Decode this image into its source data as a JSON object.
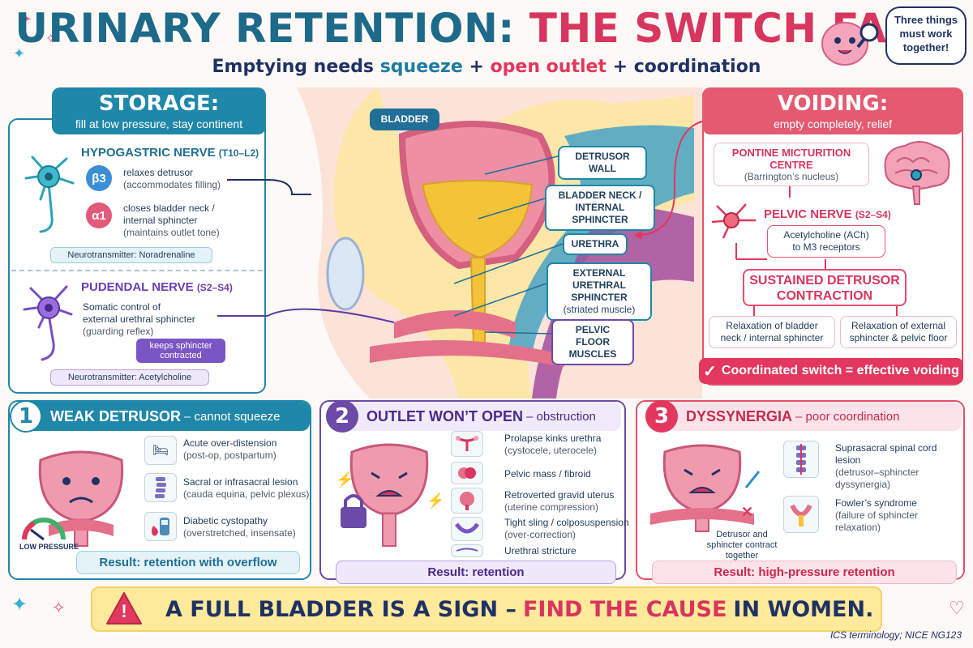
{
  "header": {
    "title_part1": "URINARY RETENTION:",
    "title_part2": "THE SWITCH FAILS",
    "subtitle_a": "Emptying needs",
    "subtitle_b": "squeeze",
    "subtitle_c": "+",
    "subtitle_d": "open outlet",
    "subtitle_e": "+ coordination",
    "bubble_text": "Three things must work together!"
  },
  "storage": {
    "heading": "STORAGE:",
    "subheading": "fill at low pressure, stay continent",
    "hypogastric": {
      "title": "HYPOGASTRIC NERVE",
      "segment": "(T10–L2)",
      "beta_symbol": "β3",
      "beta_main": "relaxes detrusor",
      "beta_sub": "(accommodates filling)",
      "alpha_symbol": "α1",
      "alpha_main_1": "closes bladder neck /",
      "alpha_main_2": "internal sphincter",
      "alpha_sub": "(maintains outlet tone)",
      "neurotransmitter": "Neurotransmitter: Noradrenaline"
    },
    "pudendal": {
      "title": "PUDENDAL NERVE",
      "segment": "(S2–S4)",
      "main_1": "Somatic control of",
      "main_2": "external urethral sphincter",
      "sub": "(guarding reflex)",
      "pill_1": "keeps sphincter",
      "pill_2": "contracted",
      "neurotransmitter": "Neurotransmitter: Acetylcholine"
    }
  },
  "anatomy": {
    "bladder": "BLADDER",
    "detrusor_wall": "DETRUSOR WALL",
    "bladder_neck_1": "BLADDER NECK /",
    "bladder_neck_2": "INTERNAL SPHINCTER",
    "urethra": "URETHRA",
    "external_1": "EXTERNAL URETHRAL",
    "external_2": "SPHINCTER",
    "external_sub": "(striated muscle)",
    "pelvic_floor_1": "PELVIC FLOOR",
    "pelvic_floor_2": "MUSCLES"
  },
  "voiding": {
    "heading": "VOIDING:",
    "subheading": "empty completely, relief",
    "pmc_title": "PONTINE MICTURITION CENTRE",
    "pmc_sub": "(Barrington’s nucleus)",
    "pelvic_title": "PELVIC NERVE",
    "pelvic_segment": "(S2–S4)",
    "ach_1": "Acetylcholine (ACh)",
    "ach_2": "to M3 receptors",
    "sustained_1": "SUSTAINED DETRUSOR",
    "sustained_2": "CONTRACTION",
    "relax_left_1": "Relaxation of bladder",
    "relax_left_2": "neck / internal sphincter",
    "relax_right_1": "Relaxation of external",
    "relax_right_2": "sphincter & pelvic floor",
    "coordinated": "Coordinated switch = effective voiding",
    "check_symbol": "✓"
  },
  "cards": [
    {
      "number": "1",
      "title": "WEAK DETRUSOR",
      "subtitle": "– cannot squeeze",
      "gauge_label": "LOW PRESSURE",
      "items": [
        {
          "main": "Acute over-distension",
          "sub": "(post-op, postpartum)"
        },
        {
          "main": "Sacral or infrasacral lesion",
          "sub": "(cauda equina, pelvic plexus)"
        },
        {
          "main": "Diabetic cystopathy",
          "sub": "(overstretched, insensate)"
        }
      ],
      "result": "Result: retention with overflow"
    },
    {
      "number": "2",
      "title": "OUTLET WON’T OPEN",
      "subtitle": "– obstruction",
      "items": [
        {
          "main": "Prolapse kinks urethra",
          "sub": "(cystocele, uterocele)"
        },
        {
          "main": "Pelvic mass / fibroid",
          "sub": ""
        },
        {
          "main": "Retroverted gravid uterus",
          "sub": "(uterine compression)"
        },
        {
          "main": "Tight sling / colposuspension",
          "sub": "(over-correction)"
        },
        {
          "main": "Urethral stricture",
          "sub": ""
        }
      ],
      "result": "Result: retention"
    },
    {
      "number": "3",
      "title": "DYSSYNERGIA",
      "subtitle": "– poor coordination",
      "caption_1": "Detrusor and",
      "caption_2": "sphincter contract",
      "caption_3": "together",
      "items": [
        {
          "main": "Suprasacral spinal cord lesion",
          "sub": "(detrusor–sphincter dyssynergia)"
        },
        {
          "main": "Fowler’s syndrome",
          "sub": "(failure of sphincter relaxation)"
        }
      ],
      "result": "Result: high-pressure retention"
    }
  ],
  "banner": {
    "part1": "A FULL BLADDER IS A SIGN –",
    "part2": "FIND THE CAUSE",
    "part3": "IN WOMEN.",
    "warning_symbol": "!"
  },
  "footnote": "ICS terminology; NICE NG123",
  "colors": {
    "teal": "#1f87a8",
    "pink": "#e2506d",
    "purple": "#6b4aa8",
    "red": "#d8355f",
    "navy": "#1f3264"
  }
}
